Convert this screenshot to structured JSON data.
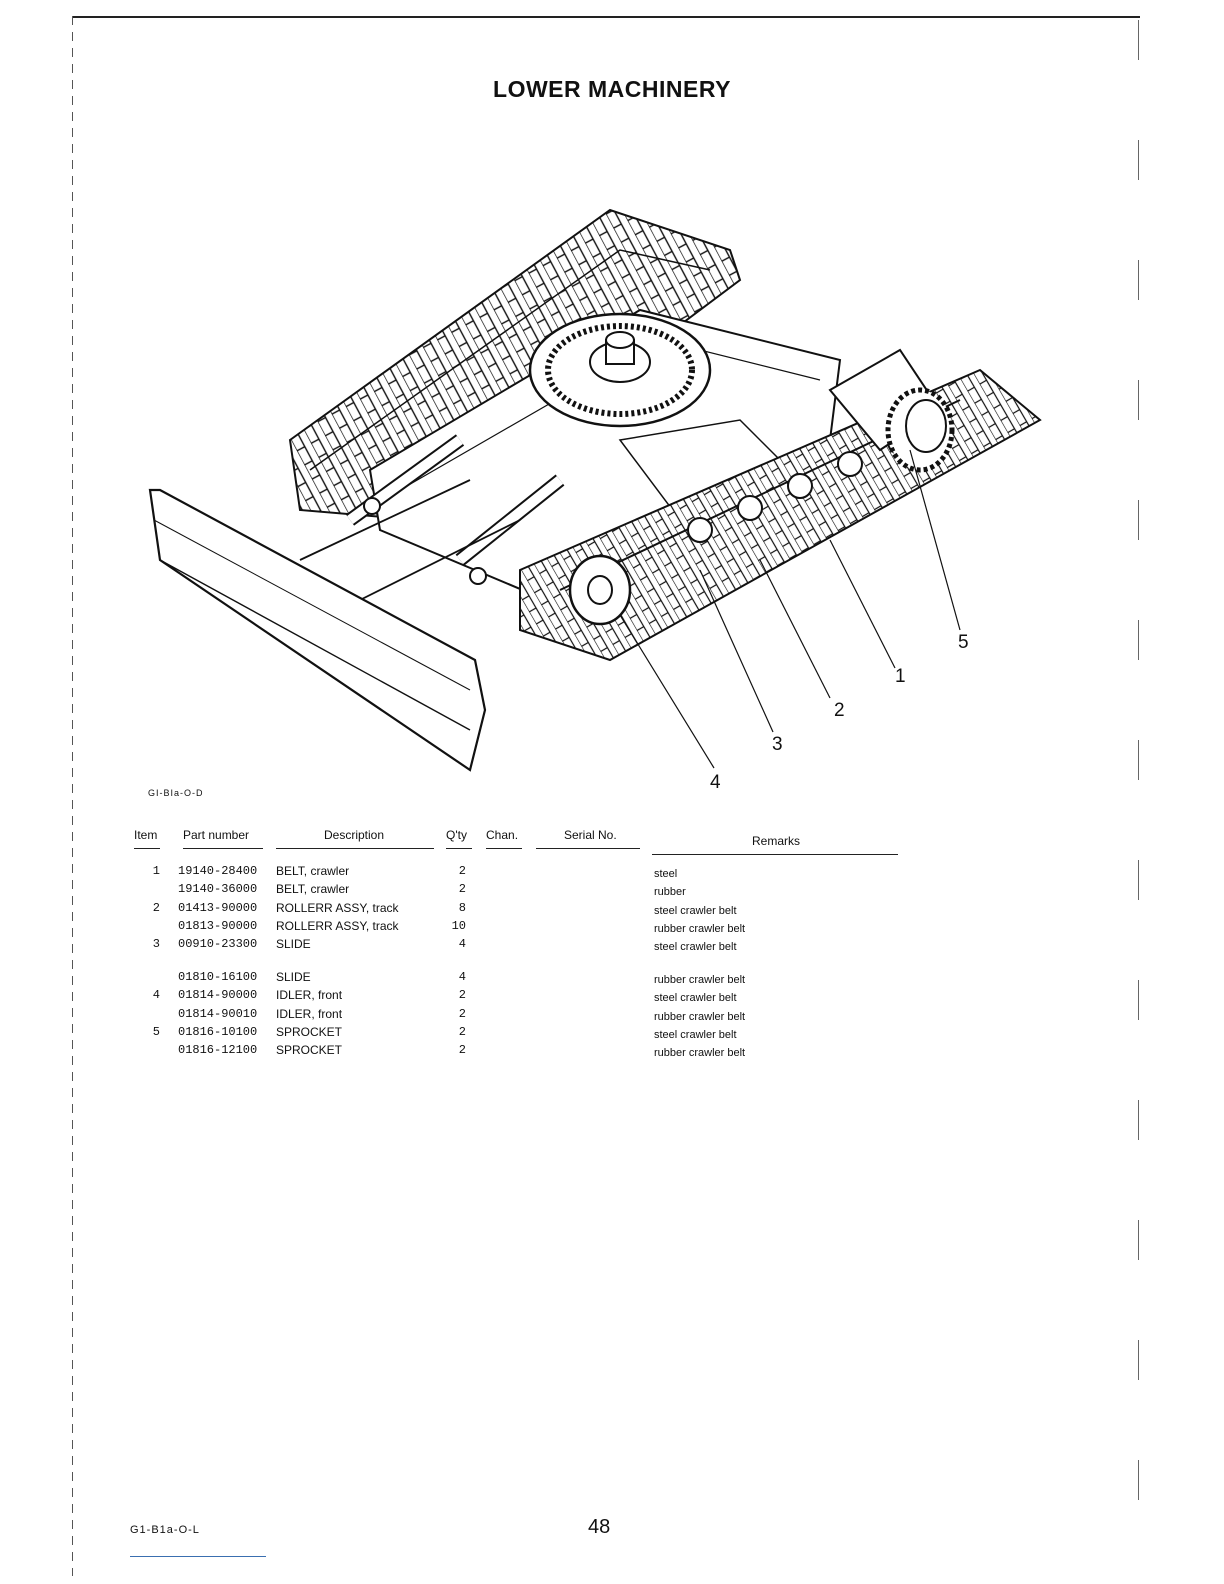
{
  "page": {
    "title": "LOWER MACHINERY",
    "figure_code": "GI-BIa-O-D",
    "footer_code": "G1-B1a-O-L",
    "page_number": "48"
  },
  "callouts": [
    "1",
    "2",
    "3",
    "4",
    "5"
  ],
  "table": {
    "headers": {
      "item": "Item",
      "part": "Part number",
      "desc": "Description",
      "qty": "Q'ty",
      "chan": "Chan.",
      "serial": "Serial No.",
      "remarks": "Remarks"
    },
    "rows": [
      {
        "item": "1",
        "part": "19140-28400",
        "desc": "BELT, crawler",
        "qty": "2",
        "remarks": "steel"
      },
      {
        "item": "",
        "part": "19140-36000",
        "desc": "BELT, crawler",
        "qty": "2",
        "remarks": "rubber"
      },
      {
        "item": "2",
        "part": "01413-90000",
        "desc": "ROLLERR ASSY, track",
        "qty": "8",
        "remarks": "steel crawler belt"
      },
      {
        "item": "",
        "part": "01813-90000",
        "desc": "ROLLERR ASSY, track",
        "qty": "10",
        "remarks": "rubber crawler belt"
      },
      {
        "item": "3",
        "part": "00910-23300",
        "desc": "SLIDE",
        "qty": "4",
        "remarks": "steel crawler belt"
      },
      {
        "item": "",
        "part": "01810-16100",
        "desc": "SLIDE",
        "qty": "4",
        "remarks": "rubber crawler belt"
      },
      {
        "item": "4",
        "part": "01814-90000",
        "desc": "IDLER, front",
        "qty": "2",
        "remarks": "steel crawler belt"
      },
      {
        "item": "",
        "part": "01814-90010",
        "desc": "IDLER, front",
        "qty": "2",
        "remarks": "rubber crawler belt"
      },
      {
        "item": "5",
        "part": "01816-10100",
        "desc": "SPROCKET",
        "qty": "2",
        "remarks": "steel crawler belt"
      },
      {
        "item": "",
        "part": "01816-12100",
        "desc": "SPROCKET",
        "qty": "2",
        "remarks": "rubber crawler belt"
      }
    ]
  }
}
